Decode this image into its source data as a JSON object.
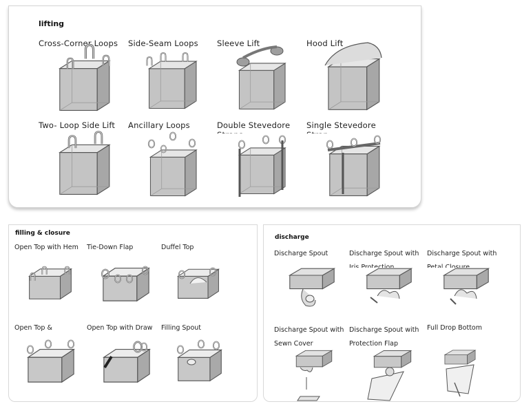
{
  "sections": {
    "lifting": {
      "title": "lifting",
      "items": [
        "Cross-Corner Loops",
        "Side-Seam Loops",
        "Sleeve Lift",
        "Hood Lift",
        "Two- Loop Side Lift",
        "Ancillary Loops",
        "Double Stevedore Straps",
        "Single Stevedore Strap"
      ]
    },
    "filling": {
      "title": "filling & closure",
      "items": [
        "Open Top with Hem",
        "Tie-Down Flap",
        "Duffel Top",
        "Open Top &",
        "Open Top with Draw",
        "Filling Spout"
      ]
    },
    "discharge": {
      "title": "discharge",
      "items": [
        "Discharge Spout",
        "Discharge Spout with Iris Protection",
        "Discharge Spout with Petal Closure",
        "Discharge Spout with Sewn Cover",
        "Discharge Spout with Protection Flap",
        "Full Drop Bottom"
      ]
    }
  },
  "colors": {
    "bag_front": "#c4c4c4",
    "bag_side": "#a7a7a7",
    "bag_top": "#e6e6e6",
    "outline": "#555555"
  }
}
